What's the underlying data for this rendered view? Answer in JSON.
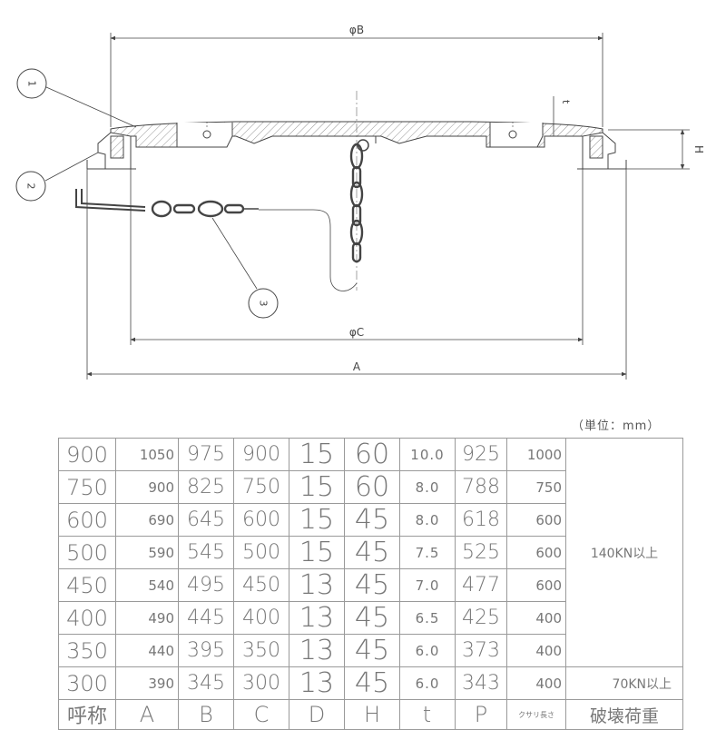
{
  "diagram": {
    "dim_phiB": "φB",
    "dim_phiC": "φC",
    "dim_A": "A",
    "dim_H": "H",
    "dim_t": "t",
    "callout_1": "1",
    "callout_2": "2",
    "callout_3": "3"
  },
  "unit_label": "（単位：mm）",
  "table": {
    "header": {
      "name": "呼称",
      "a": "A",
      "b": "B",
      "c": "C",
      "d": "D",
      "h": "H",
      "t": "t",
      "p": "P",
      "chain": "クサリ長さ",
      "load": "破壊荷重"
    },
    "rows": [
      {
        "name": "900",
        "a": "1050",
        "b": "975",
        "c": "900",
        "d": "15",
        "h": "60",
        "t": "10.0",
        "p": "925",
        "chain": "1000"
      },
      {
        "name": "750",
        "a": "900",
        "b": "825",
        "c": "750",
        "d": "15",
        "h": "60",
        "t": "8.0",
        "p": "788",
        "chain": "750"
      },
      {
        "name": "600",
        "a": "690",
        "b": "645",
        "c": "600",
        "d": "15",
        "h": "45",
        "t": "8.0",
        "p": "618",
        "chain": "600"
      },
      {
        "name": "500",
        "a": "590",
        "b": "545",
        "c": "500",
        "d": "15",
        "h": "45",
        "t": "7.5",
        "p": "525",
        "chain": "600"
      },
      {
        "name": "450",
        "a": "540",
        "b": "495",
        "c": "450",
        "d": "13",
        "h": "45",
        "t": "7.0",
        "p": "477",
        "chain": "600"
      },
      {
        "name": "400",
        "a": "490",
        "b": "445",
        "c": "400",
        "d": "13",
        "h": "45",
        "t": "6.5",
        "p": "425",
        "chain": "400"
      },
      {
        "name": "350",
        "a": "440",
        "b": "395",
        "c": "350",
        "d": "13",
        "h": "45",
        "t": "6.0",
        "p": "373",
        "chain": "400"
      },
      {
        "name": "300",
        "a": "390",
        "b": "345",
        "c": "300",
        "d": "13",
        "h": "45",
        "t": "6.0",
        "p": "343",
        "chain": "400"
      }
    ],
    "load_group1": "140KN以上",
    "load_group2": "70KN以上"
  }
}
